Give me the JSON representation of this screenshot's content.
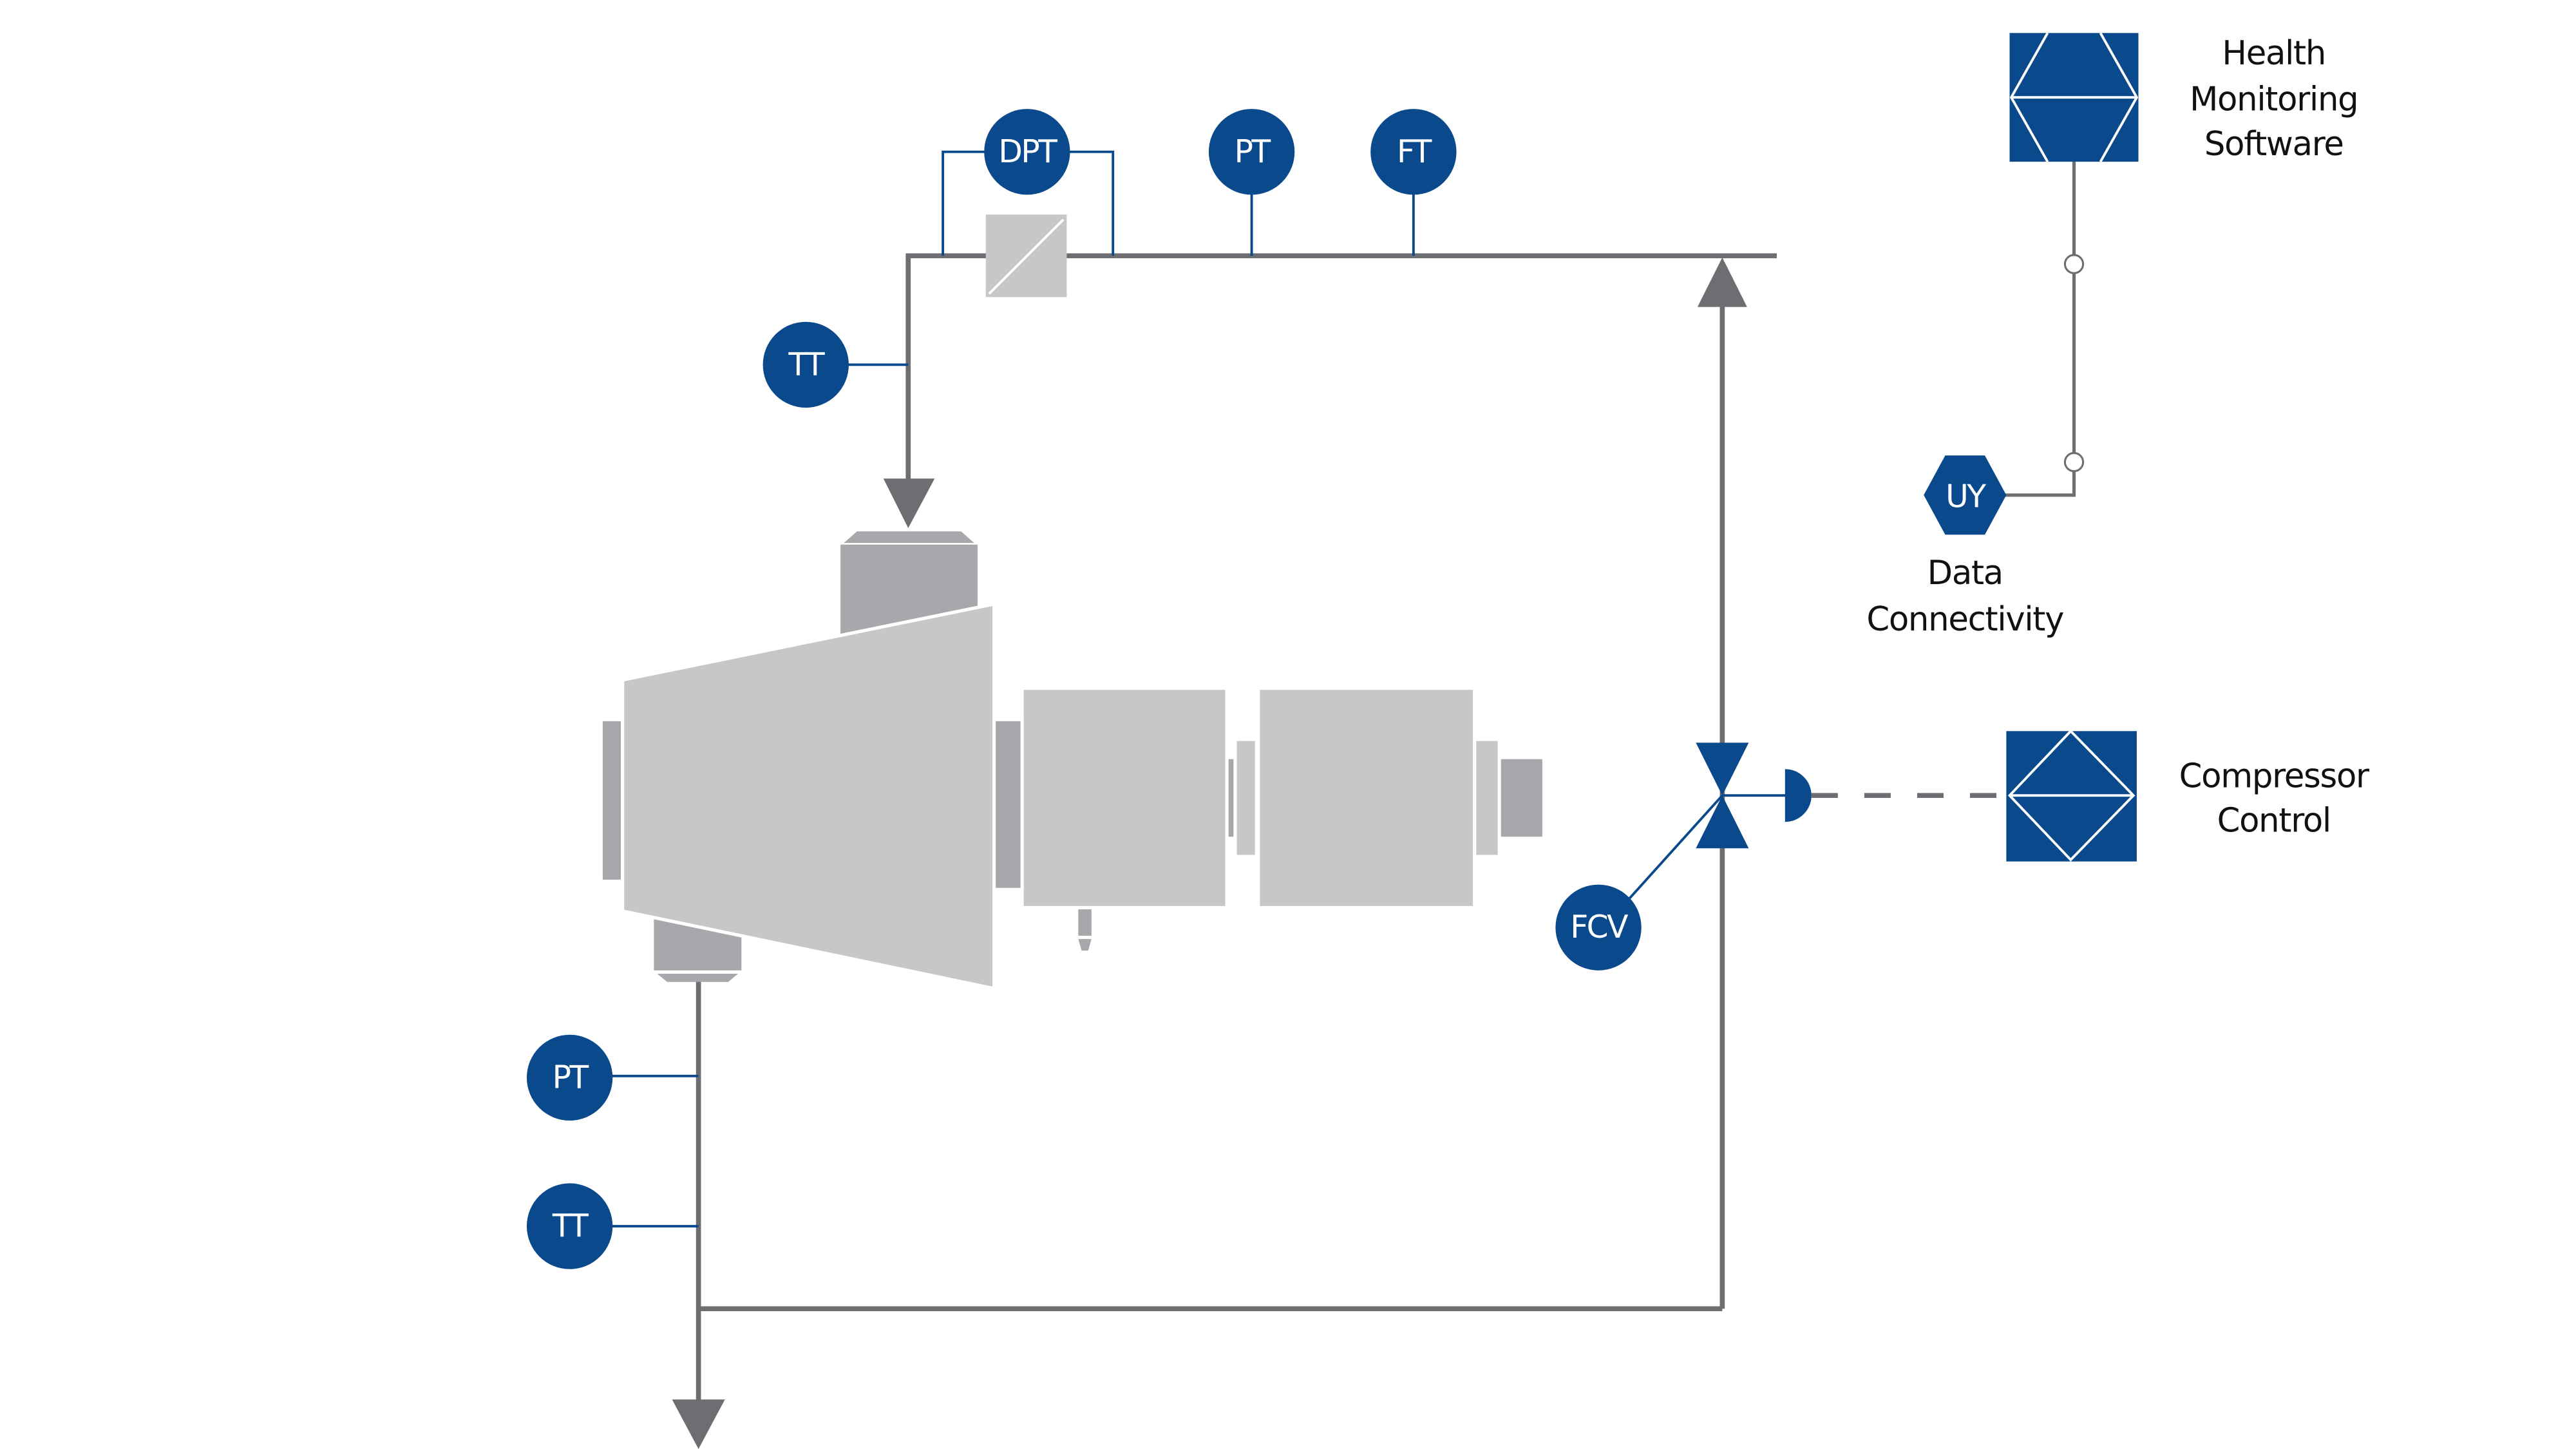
{
  "colors": {
    "instrument_blue": "#0a4a8c",
    "pipe_grey": "#6d6e71",
    "equipment_light": "#c6c7c9",
    "equipment_dark": "#a7a8ab"
  },
  "instruments": {
    "dpt": "DPT",
    "pt_discharge": "PT",
    "ft": "FT",
    "tt_discharge": "TT",
    "pt_suction": "PT",
    "tt_suction": "TT",
    "fcv": "FCV",
    "uy": "UY"
  },
  "labels": {
    "health": [
      "Health",
      "Monitoring",
      "Software"
    ],
    "data": [
      "Data",
      "Connectivity"
    ],
    "control": [
      "Compressor",
      "Control"
    ]
  }
}
